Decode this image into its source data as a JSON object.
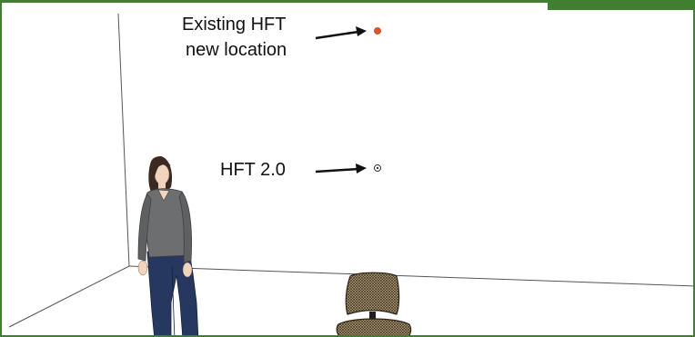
{
  "annotations": {
    "existing_line1": "Existing HFT",
    "existing_line2": "new location",
    "hft2": "HFT 2.0"
  },
  "colors": {
    "frame": "#3f7f2f",
    "marker_existing": "#e2552a",
    "arrow": "#111111"
  }
}
